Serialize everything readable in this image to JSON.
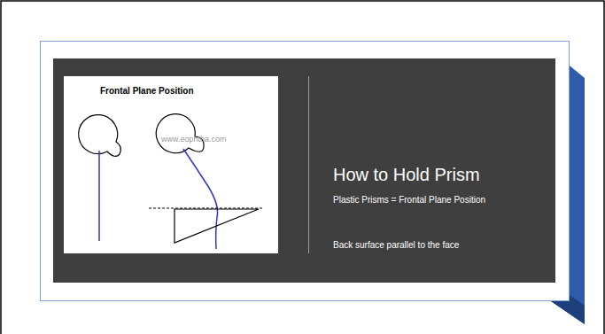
{
  "diagram": {
    "title": "How to Hold Prism",
    "labels": [
      "Frontal Plane Position",
      "www.eophtha.com",
      "Plastic Prisms = Frontal Plane Position",
      "Back surface parallel to the face"
    ]
  }
}
